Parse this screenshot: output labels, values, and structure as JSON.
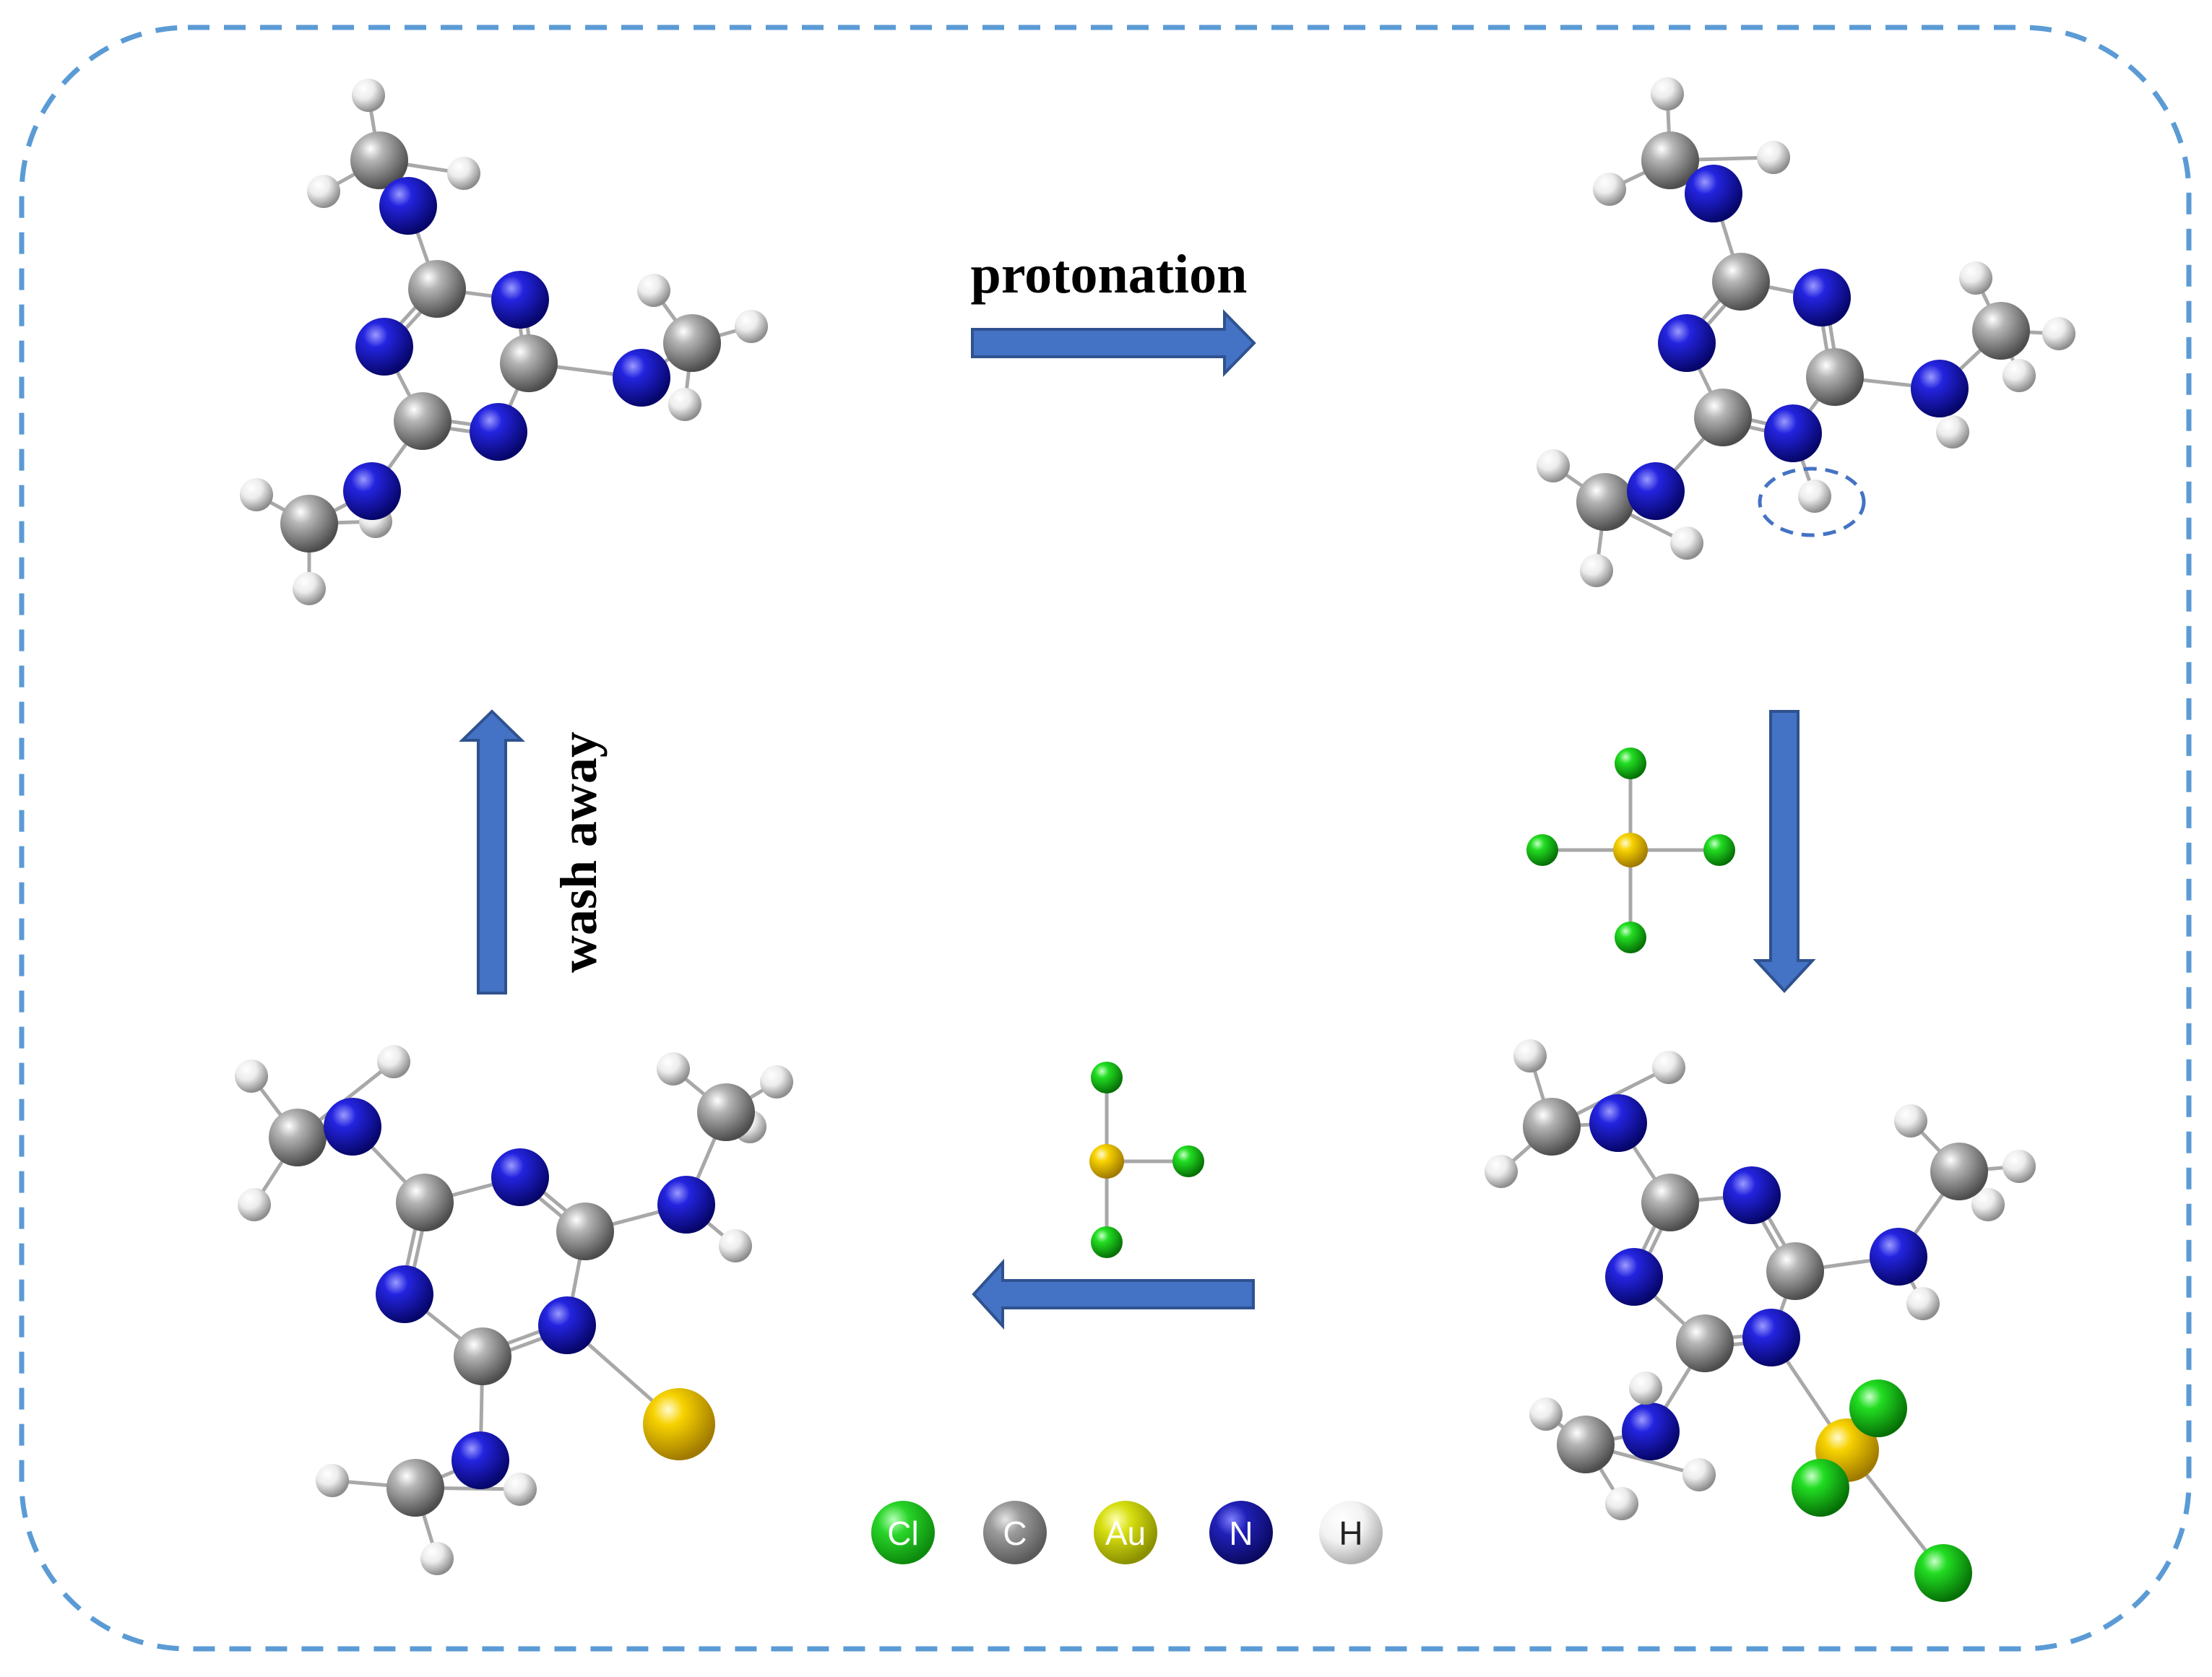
{
  "labels": {
    "protonation": "protonation",
    "wash_away": "wash away"
  },
  "legend": [
    {
      "symbol": "Cl",
      "color": "#22cc22"
    },
    {
      "symbol": "C",
      "color": "#8a8a8a"
    },
    {
      "symbol": "Au",
      "color": "#c8d40a"
    },
    {
      "symbol": "N",
      "color": "#1a1aa8"
    },
    {
      "symbol": "H",
      "color": "#f0f0f0"
    }
  ],
  "colors": {
    "border": "#5b9bd5",
    "arrow_fill": "#4472c4",
    "arrow_stroke": "#2f528f",
    "C": "#8f8f8f",
    "N": "#1c1ccf",
    "H": "#e8e8e8",
    "Cl": "#1fd21f",
    "Au": "#f5c900"
  }
}
